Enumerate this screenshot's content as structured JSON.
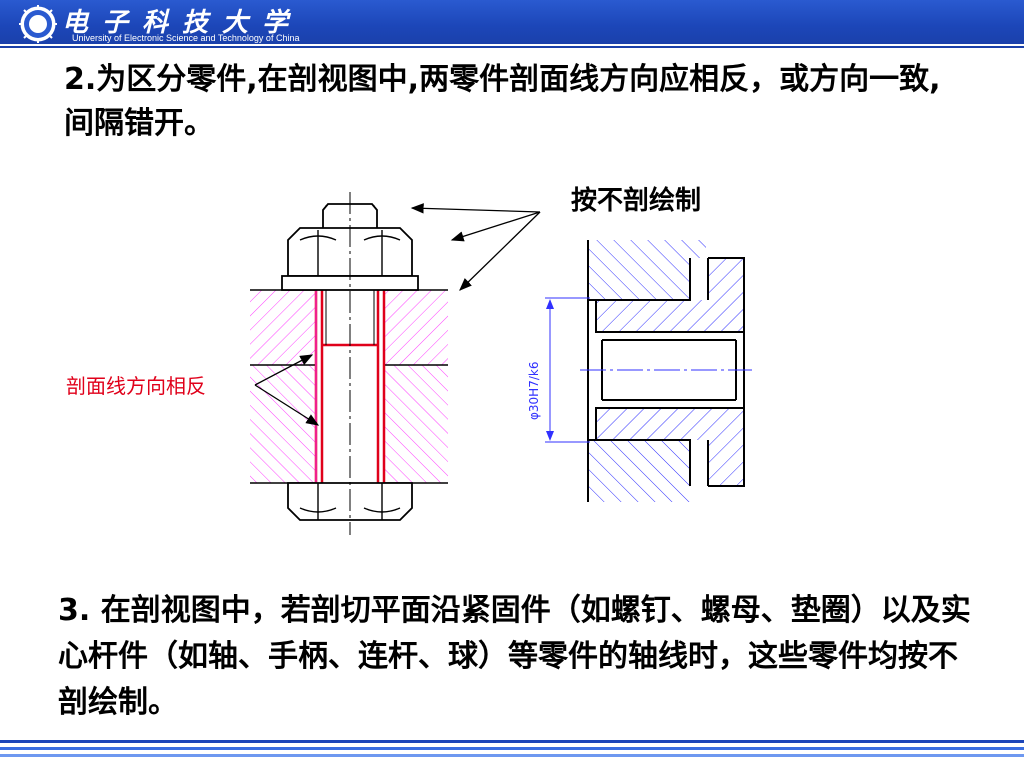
{
  "header": {
    "university_cn": "电子科技大学",
    "university_en": "University of Electronic Science and Technology of China"
  },
  "content": {
    "heading": "2.为区分零件,在剖视图中,两零件剖面线方向应相反，或方向一致,间隔错开。",
    "point3": "3. 在剖视图中，若剖切平面沿紧固件（如螺钉、螺母、垫圈）以及实心杆件（如轴、手柄、连杆、球）等零件的轴线时，这些零件均按不剖绘制。"
  },
  "figure": {
    "label_not_sectioned": "按不剖绘制",
    "label_opposite_hatch": "剖面线方向相反",
    "dimension": "φ30H7/k6"
  },
  "colors": {
    "header_blue": "#1c46b8",
    "hatch_magenta": "#ff40ff",
    "hatch_blue": "#3030ff",
    "red_outline": "#e0001a"
  }
}
